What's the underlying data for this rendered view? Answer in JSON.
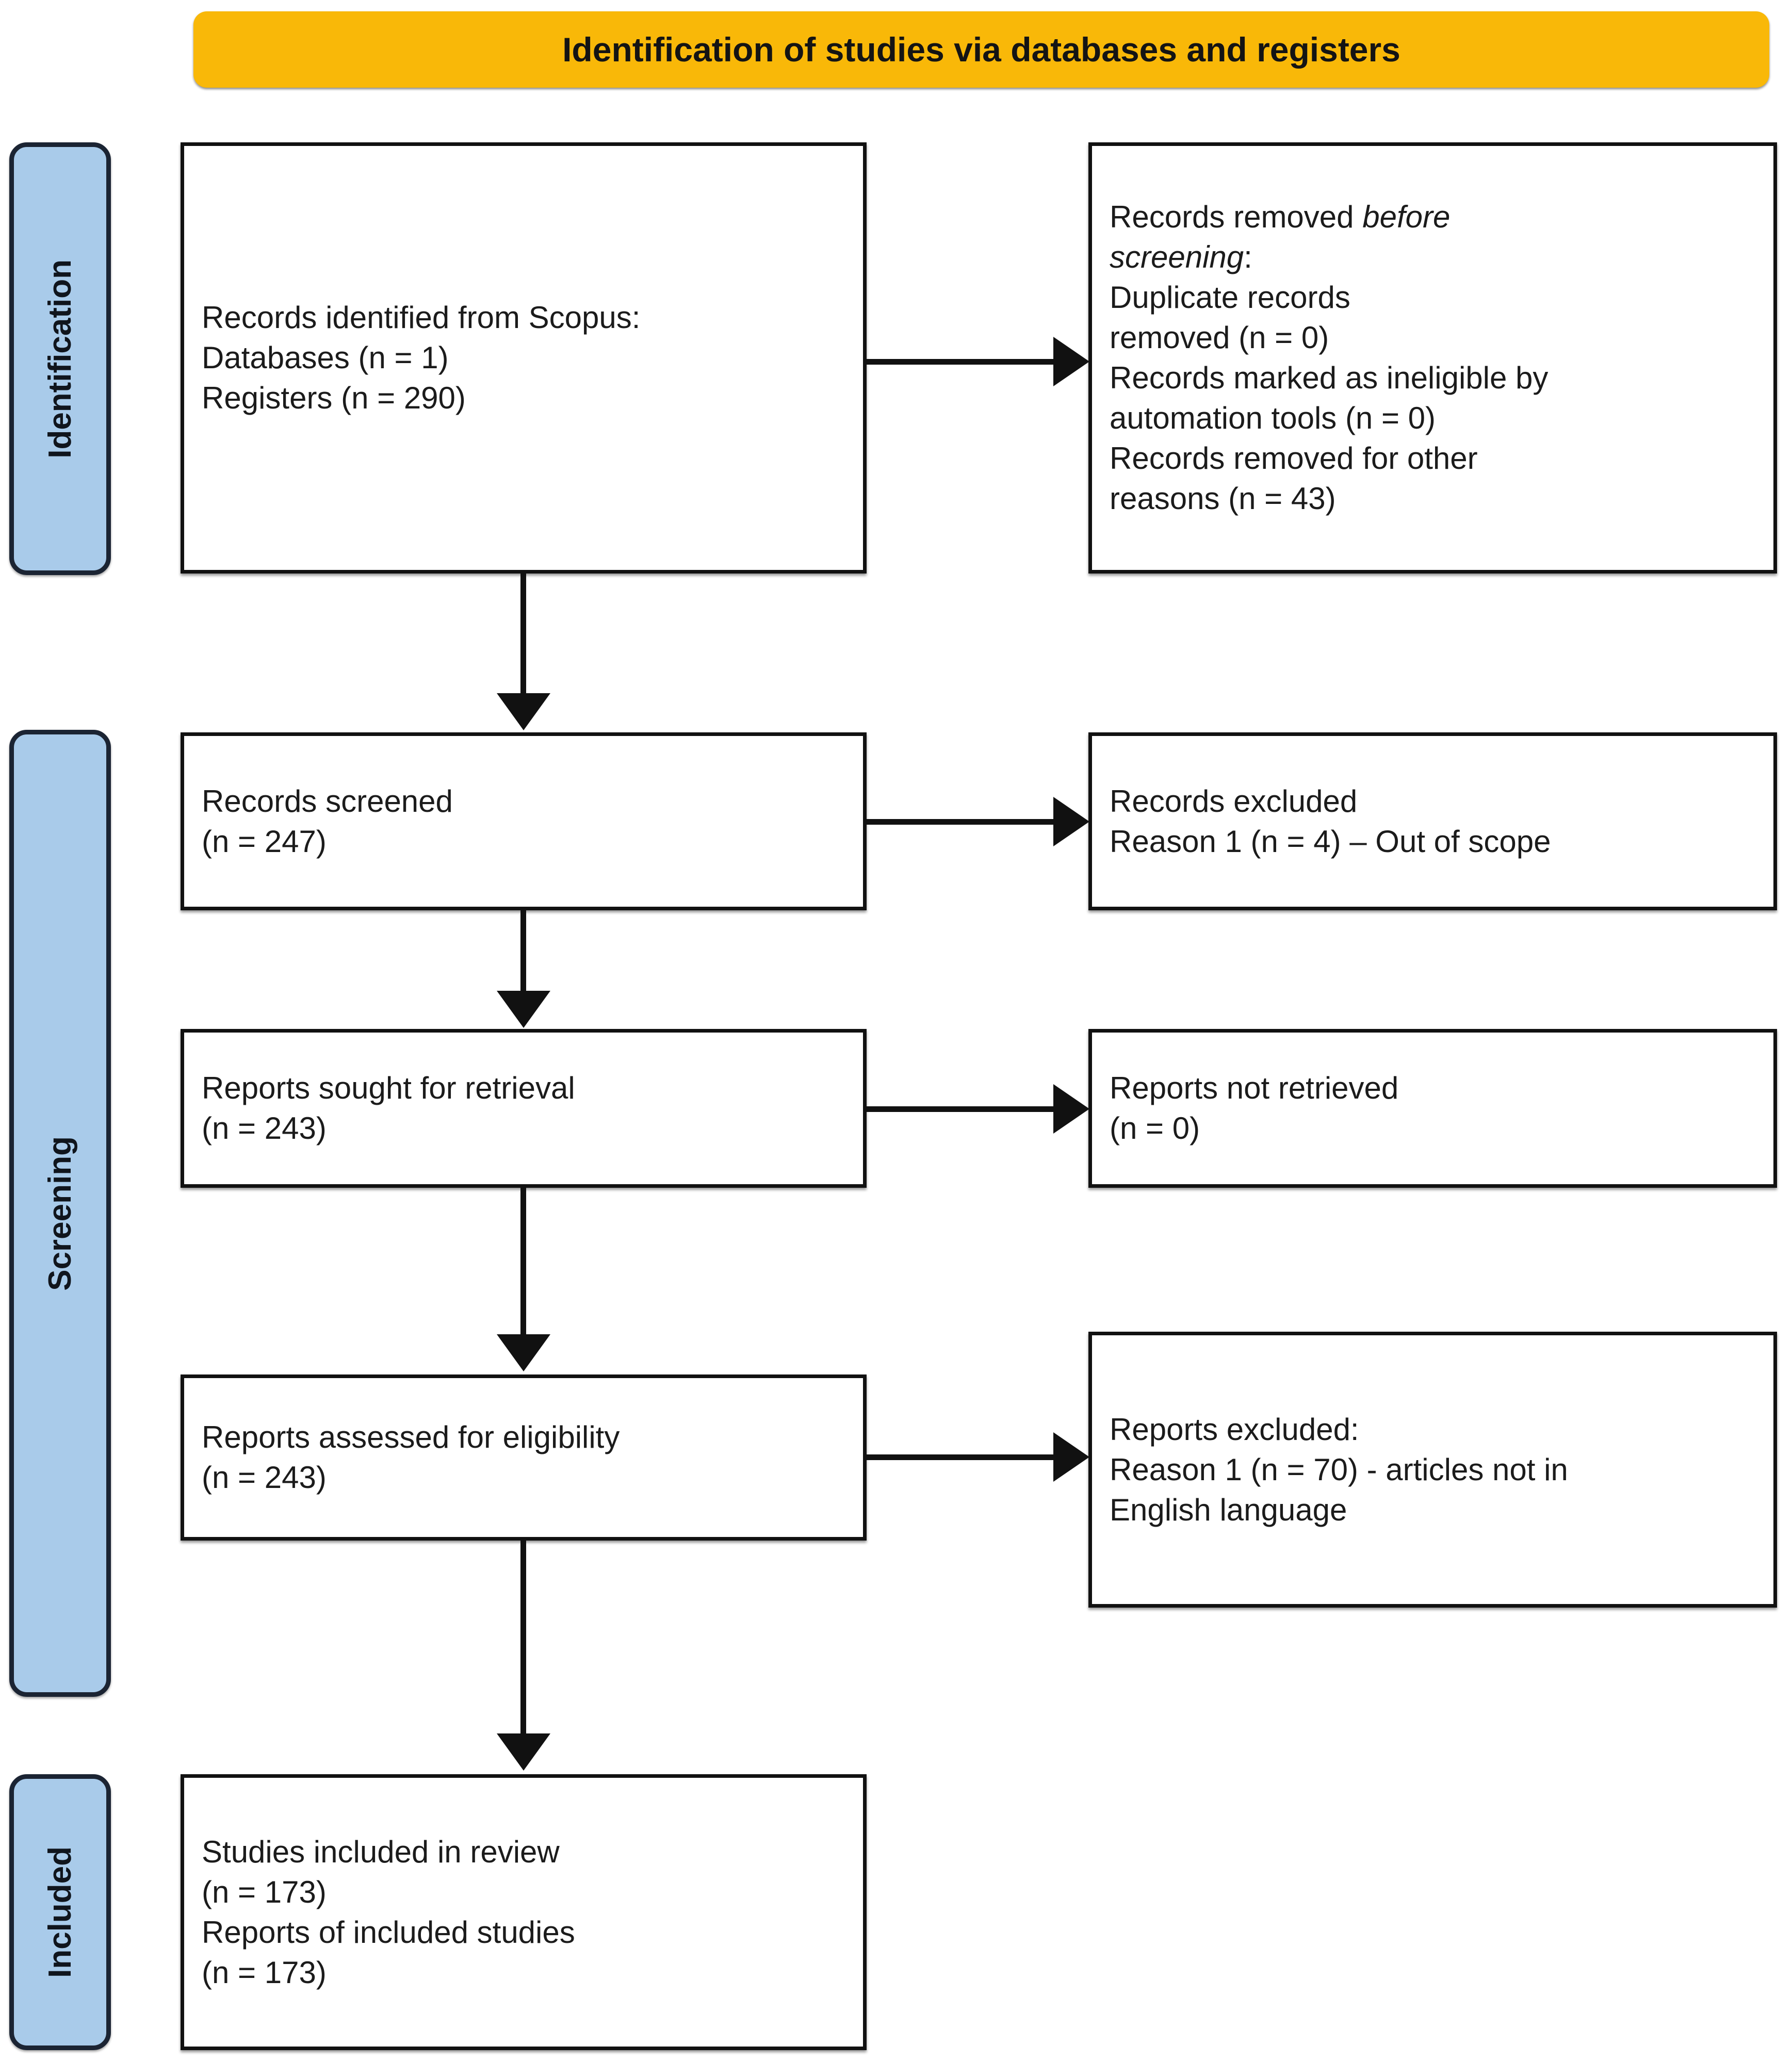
{
  "banner": {
    "title": "Identification of studies via databases and registers",
    "color": "#f9b808"
  },
  "phases": {
    "identification": "Identification",
    "screening": "Screening",
    "included": "Included",
    "color": "#a9cbea"
  },
  "boxes": {
    "identified": {
      "line1": "Records identified from Scopus:",
      "line2": "Databases (n = 1)",
      "line3": "Registers (n = 290)"
    },
    "removed_before_screening": {
      "line1_prefix": "Records removed ",
      "line1_italic": "before",
      "line2_italic": "screening",
      "line2_suffix": ":",
      "line3": "Duplicate records",
      "line4": "removed (n = 0)",
      "line5": "Records marked as ineligible by",
      "line6": "automation tools (n = 0)",
      "line7": "Records removed for other",
      "line8": "reasons (n = 43)"
    },
    "records_screened": {
      "line1": "Records screened",
      "line2": "(n = 247)"
    },
    "records_excluded": {
      "line1": "Records excluded",
      "line2": "Reason 1 (n = 4) – Out of scope"
    },
    "reports_sought": {
      "line1": "Reports sought for retrieval",
      "line2": "(n = 243)"
    },
    "reports_not_retrieved": {
      "line1": "Reports not retrieved",
      "line2": "(n = 0)"
    },
    "reports_assessed": {
      "line1": "Reports assessed for eligibility",
      "line2": "(n = 243)"
    },
    "reports_excluded": {
      "line1": "Reports excluded:",
      "line2": "Reason 1 (n = 70) - articles not in",
      "line3": "English language"
    },
    "studies_included": {
      "line1": "Studies included in review",
      "line2": "(n = 173)",
      "line3": "Reports of included studies",
      "line4": "(n = 173)"
    }
  }
}
